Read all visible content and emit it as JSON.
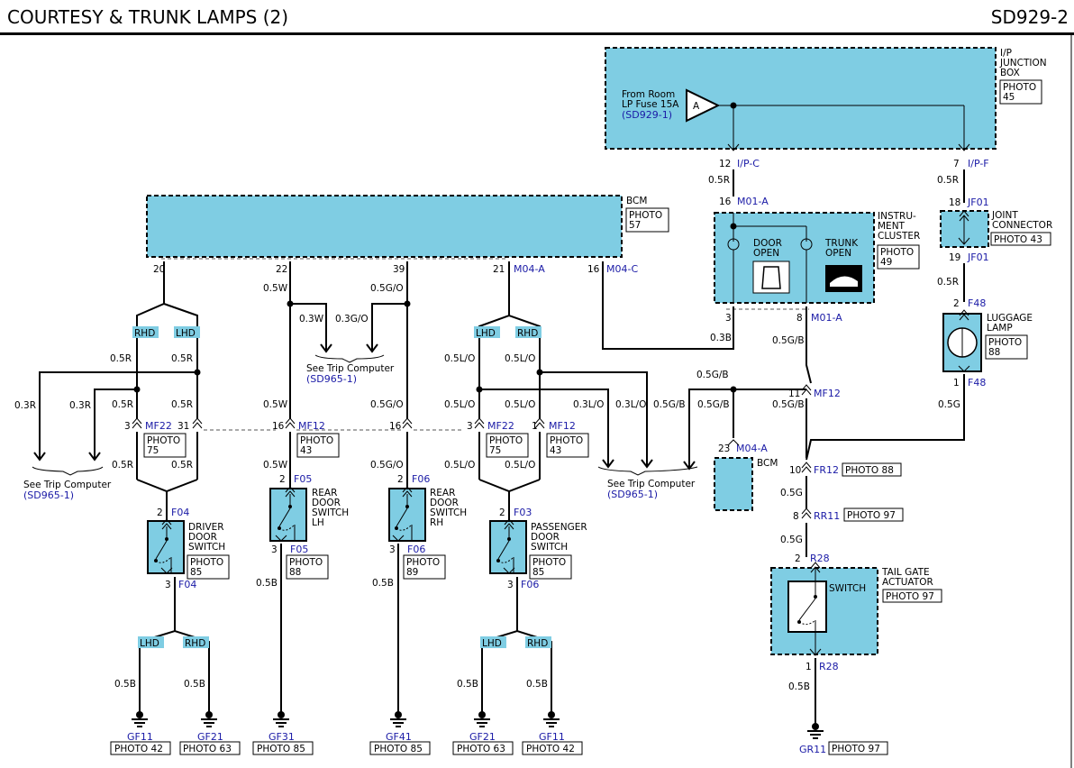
{
  "header": {
    "title": "COURTESY & TRUNK LAMPS (2)",
    "page_id": "SD929-2"
  },
  "ip_box": {
    "name": "I/P\nJUNCTION\nBOX",
    "photo": "PHOTO\n45",
    "source": "From Room\nLP Fuse 15A",
    "source_ref": "(SD929-1)",
    "tri": "A",
    "pinL_num": "12",
    "pinL_conn": "I/P-C",
    "pinR_num": "7",
    "pinR_conn": "I/P-F"
  },
  "bcm": {
    "name": "BCM",
    "photo": "PHOTO\n57",
    "p20": "20",
    "p22": "22",
    "p39": "39",
    "p21": "21",
    "m04a": "M04-A",
    "p16": "16",
    "m04c": "M04-C"
  },
  "cluster": {
    "name": "INSTRU-\nMENT\nCLUSTER",
    "photo": "PHOTO\n49",
    "door": "DOOR\nOPEN",
    "trunk": "TRUNK\nOPEN",
    "in_num": "16",
    "in_conn": "M01-A",
    "p3": "3",
    "p8": "8",
    "out_conn": "M01-A"
  },
  "joint": {
    "name": "JOINT\nCONNECTOR",
    "photo": "PHOTO 43",
    "p18": "18",
    "c18": "JF01",
    "p19": "19",
    "c19": "JF01"
  },
  "luggage": {
    "name": "LUGGAGE\nLAMP",
    "photo": "PHOTO\n88",
    "p2": "2",
    "c2": "F48",
    "p1": "1",
    "c1": "F48"
  },
  "bcm2": {
    "name": "BCM",
    "pin": "23",
    "conn": "M04-A"
  },
  "conns": {
    "mf12_right": {
      "num": "11",
      "name": "MF12"
    },
    "fr12": {
      "num": "10",
      "name": "FR12",
      "photo": "PHOTO 88"
    },
    "rr11": {
      "num": "8",
      "name": "RR11",
      "photo": "PHOTO 97"
    },
    "r28_top": {
      "num": "2",
      "name": "R28"
    },
    "r28_bot": {
      "num": "1",
      "name": "R28"
    },
    "mf22_a": {
      "n1": "3",
      "name": "MF22",
      "n2": "31",
      "photo": "PHOTO\n75"
    },
    "mf12_a": {
      "num": "16",
      "name": "MF12",
      "photo": "PHOTO\n43"
    },
    "mf12_b": {
      "num": "16"
    },
    "mf22_b": {
      "n1": "3",
      "name": "MF22",
      "photo": "PHOTO\n75"
    },
    "mf12_c": {
      "n1": "1",
      "name": "MF12",
      "photo": "PHOTO\n43"
    }
  },
  "tailgate": {
    "name": "TAIL GATE\nACTUATOR",
    "photo": "PHOTO 97",
    "switch": "SWITCH"
  },
  "switches": {
    "driver": {
      "name": "DRIVER\nDOOR\nSWITCH",
      "photo": "PHOTO\n85",
      "pin_top": "2",
      "conn_top": "F04",
      "pin_bot": "3",
      "conn_bot": "F04"
    },
    "rear_lh": {
      "name": "REAR\nDOOR\nSWITCH\nLH",
      "photo": "PHOTO\n88",
      "pin_top": "2",
      "conn_top": "F05",
      "pin_bot": "3",
      "conn_bot": "F05"
    },
    "rear_rh": {
      "name": "REAR\nDOOR\nSWITCH\nRH",
      "photo": "PHOTO\n89",
      "pin_top": "2",
      "conn_top": "F06",
      "pin_bot": "3",
      "conn_bot": "F06"
    },
    "passenger": {
      "name": "PASSENGER\nDOOR\nSWITCH",
      "photo": "PHOTO\n85",
      "pin_top": "2",
      "conn_top": "F03",
      "pin_bot": "3",
      "conn_bot": "F06"
    }
  },
  "tags": {
    "rhd": "RHD",
    "lhd": "LHD"
  },
  "trip": {
    "text": "See Trip Computer",
    "ref": "(SD965-1)"
  },
  "grounds": [
    {
      "id": "GF11",
      "photo": "PHOTO 42"
    },
    {
      "id": "GF21",
      "photo": "PHOTO 63"
    },
    {
      "id": "GF31",
      "photo": "PHOTO 85"
    },
    {
      "id": "GF41",
      "photo": "PHOTO 85"
    },
    {
      "id": "GF21",
      "photo": "PHOTO 63"
    },
    {
      "id": "GF11",
      "photo": "PHOTO 42"
    },
    {
      "id": "GR11",
      "photo": "PHOTO 97"
    }
  ],
  "wires": {
    "w05R": "0.5R",
    "w03R": "0.3R",
    "w05W": "0.5W",
    "w03W": "0.3W",
    "w03GO": "0.3G/O",
    "w05GO": "0.5G/O",
    "w05LO": "0.5L/O",
    "w03LO": "0.3L/O",
    "w05GB": "0.5G/B",
    "w03B": "0.3B",
    "w05B": "0.5B",
    "w05G": "0.5G"
  }
}
